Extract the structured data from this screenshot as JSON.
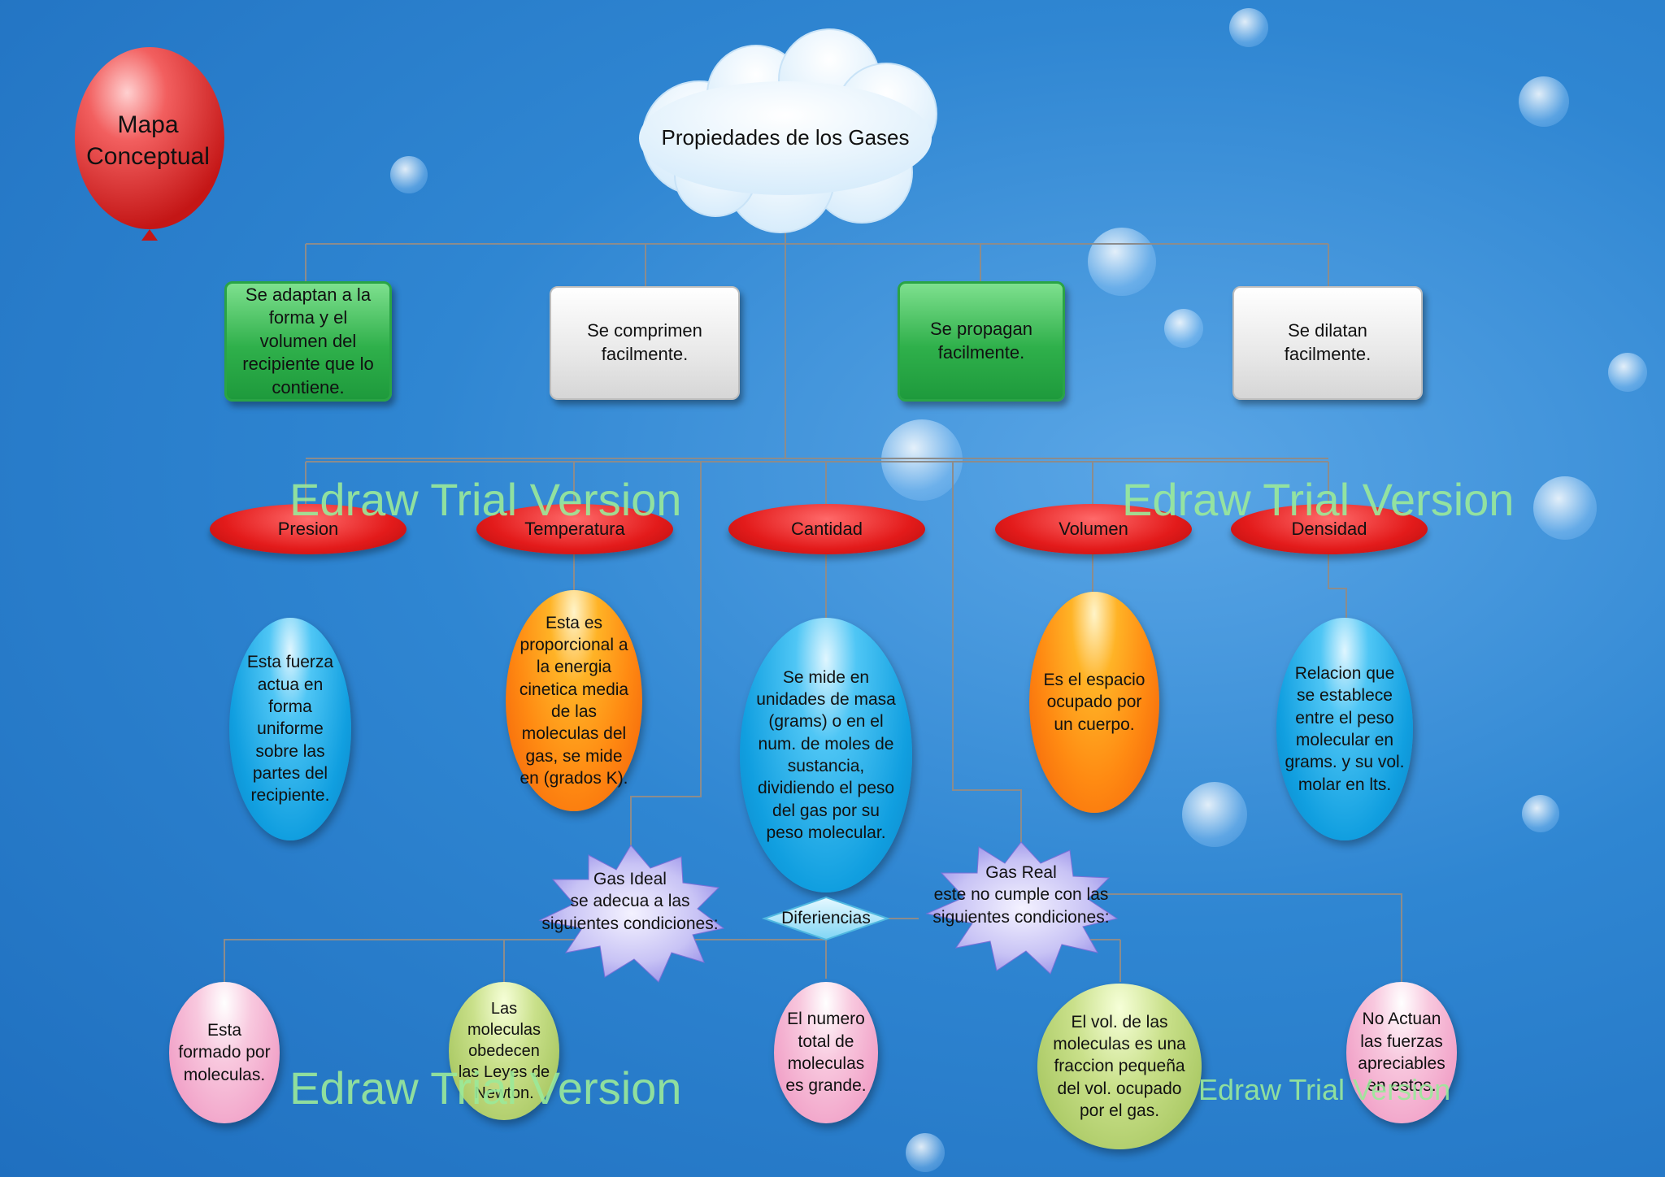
{
  "balloon": {
    "title": "Mapa Conceptual"
  },
  "cloud": {
    "label": "Propiedades de los Gases"
  },
  "properties": [
    "Se adaptan a la forma y el volumen del recipiente que lo contiene.",
    "Se comprimen facilmente.",
    "Se propagan facilmente.",
    "Se dilatan facilmente."
  ],
  "variables": [
    "Presion",
    "Temperatura",
    "Cantidad",
    "Volumen",
    "Densidad"
  ],
  "definitions": [
    "Esta fuerza actua en forma uniforme sobre las partes del recipiente.",
    "Esta es proporcional a la energia cinetica media de las moleculas del gas, se mide en (grados K).",
    "Se mide en unidades de masa (grams) o en el num. de moles de sustancia, dividiendo el peso del gas por su peso molecular.",
    "Es el espacio ocupado por un cuerpo.",
    "Relacion que se establece entre el peso molecular en grams. y su vol. molar en lts."
  ],
  "gas_ideal": "Gas Ideal\nse adecua a las\nsiguientes condiciones:",
  "gas_real": "Gas Real\neste no cumple con las\nsiguientes condiciones:",
  "diferencias": "Diferiencias",
  "conditions": [
    "Esta formado por moleculas.",
    "Las moleculas obedecen las Leyes de Newton.",
    "El numero total de moleculas es grande.",
    "El vol. de las moleculas es una fraccion pequeña del vol. ocupado por el gas.",
    "No Actuan las fuerzas apreciables en estos."
  ],
  "watermark": "Edraw Trial Version",
  "colors": {
    "background": "#2f86d2",
    "lines": "#8c8c8c",
    "watermark": "#9bea9a"
  }
}
